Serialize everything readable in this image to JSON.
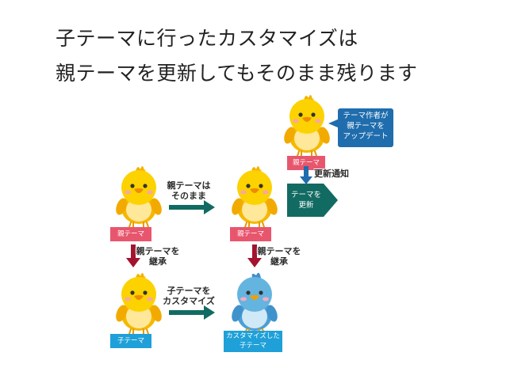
{
  "title": {
    "line1": "子テーマに行ったカスタマイズは",
    "line2": "親テーマを更新してもそのまま残ります"
  },
  "labels": {
    "parent_theme": "親テーマ",
    "child_theme": "子テーマ",
    "customized_child": "カスタマイズした\n子テーマ",
    "update_notice": "更新通知",
    "parent_unchanged": "親テーマは\nそのまま",
    "inherit": "親テーマを\n継承",
    "customize_child": "子テーマを\nカスタマイズ",
    "update_box": "テーマを\n更新",
    "author_bubble": "テーマ作者が\n親テーマを\nアップデート"
  },
  "colors": {
    "parent_tag": "#e8566d",
    "child_tag": "#1fa0d8",
    "teal_arrow": "#126b63",
    "red_arrow": "#a3132e",
    "blue_arrow": "#1f6dad",
    "chick_yellow": "#fcd200",
    "chick_blue": "#64b4e0"
  }
}
